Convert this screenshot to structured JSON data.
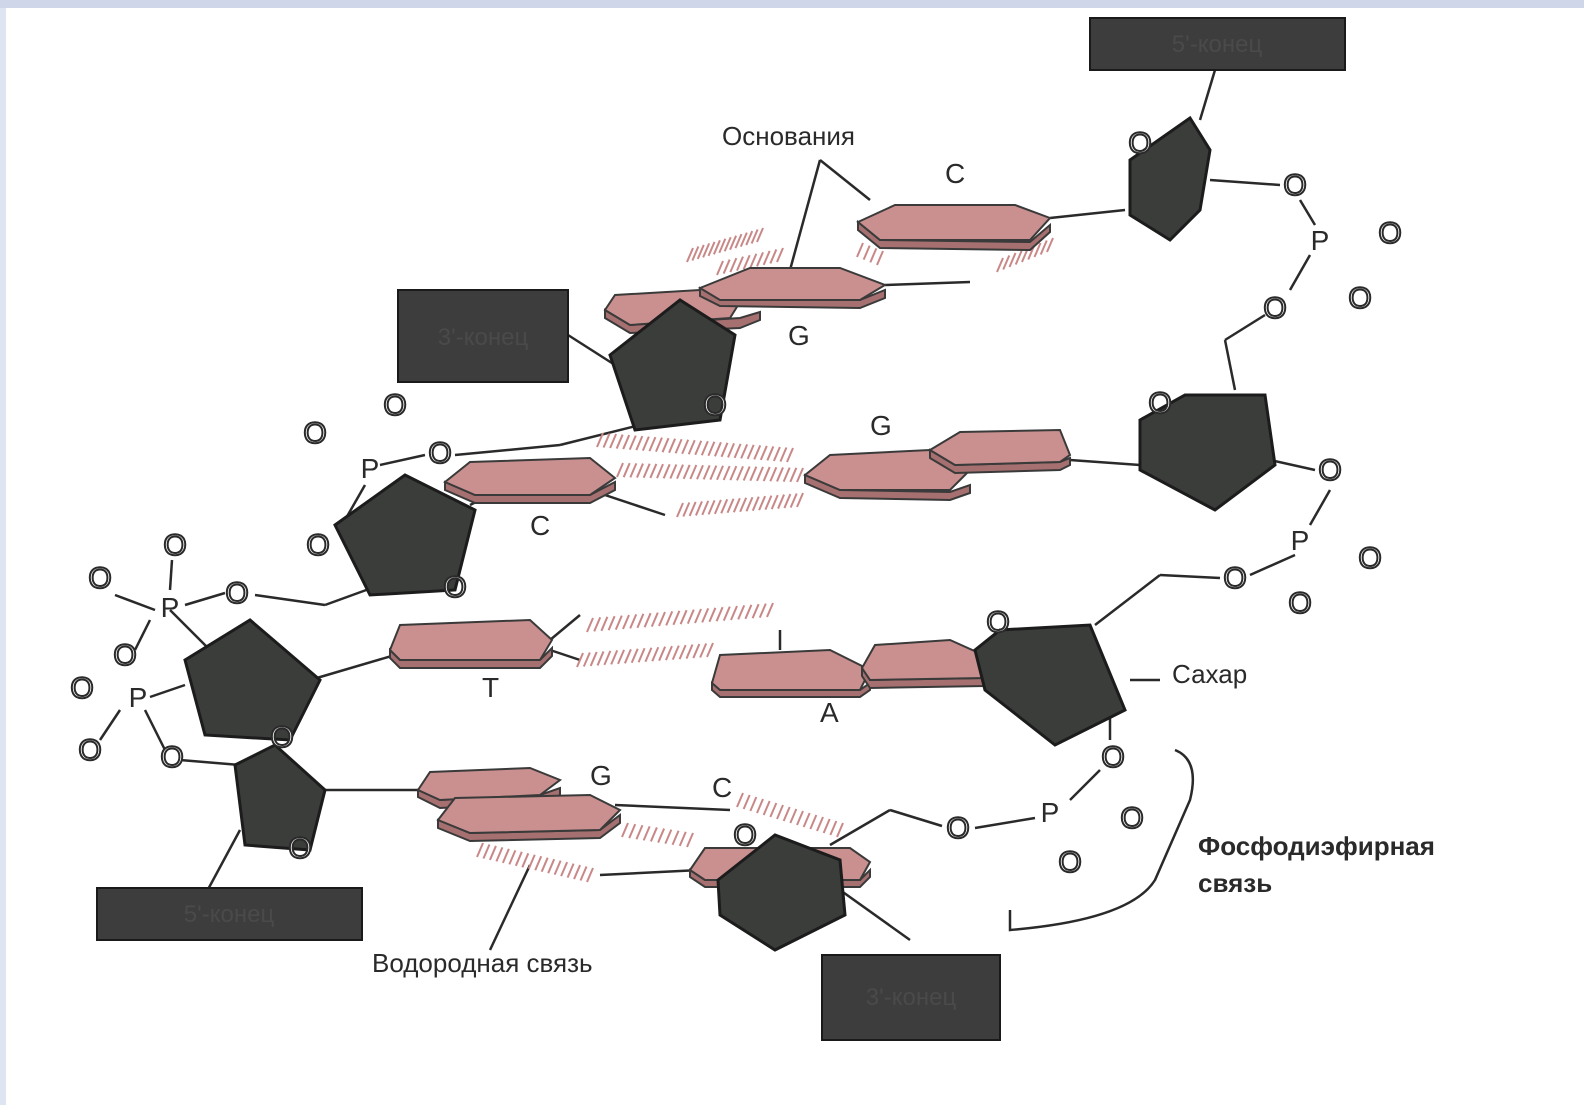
{
  "labels": {
    "end5_top": "5'-конец",
    "end3_left": "3'-конец",
    "end5_bottom": "5'-конец",
    "end3_bottom": "3'-конец",
    "bases": "Основания",
    "sugar": "Сахар",
    "phosphodiester": "Фосфодиэфирная",
    "phosphodiester2": "связь",
    "hydrogen": "Водородная связь"
  },
  "bases": {
    "b1": "C",
    "b2": "G",
    "b3": "G",
    "b4": "C",
    "b5": "T",
    "b6": "A",
    "b7": "G",
    "b8": "C"
  },
  "atoms": {
    "oxygen": "O",
    "phosphorus": "P"
  },
  "colors": {
    "sugar": "#3a3d3a",
    "base": "#c9908f",
    "hydrogen_bond": "#c98888"
  }
}
